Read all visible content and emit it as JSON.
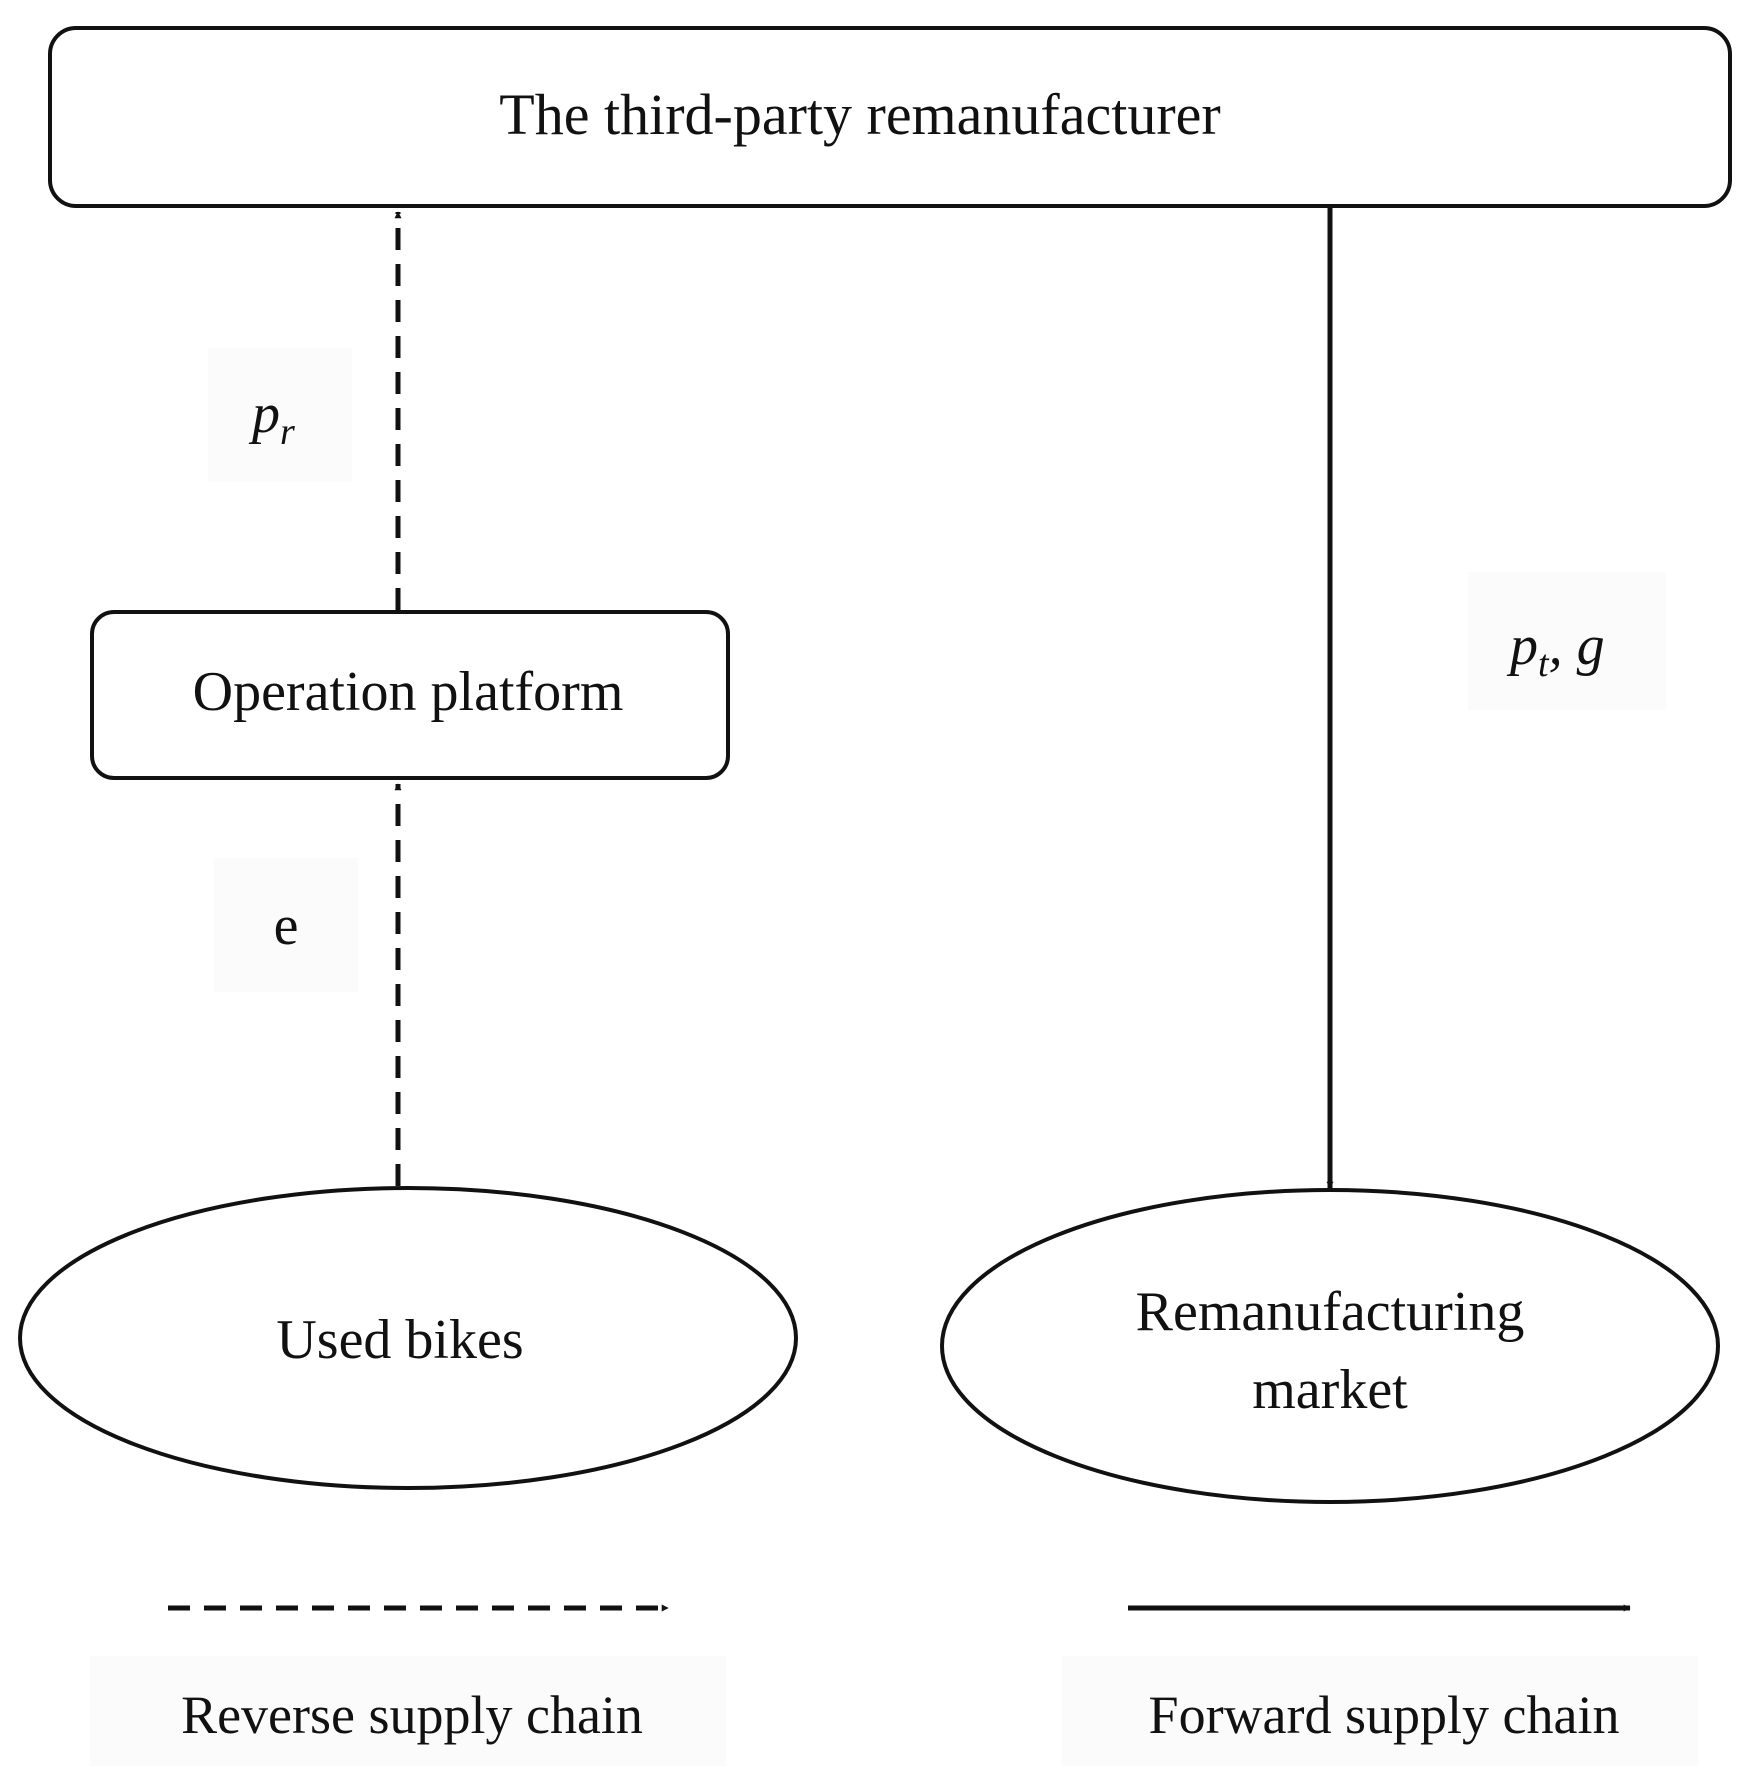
{
  "nodes": {
    "remanufacturer": "The third-party remanufacturer",
    "platform": "Operation platform",
    "used_bikes": "Used bikes",
    "market_line1": "Remanufacturing",
    "market_line2": "market"
  },
  "edge_labels": {
    "platform_to_remanufacturer": {
      "symbol": "p",
      "subscript": "r"
    },
    "bikes_to_platform": "e",
    "remanufacturer_to_market": {
      "p_symbol": "p",
      "p_subscript": "t",
      "separator": ", ",
      "g_symbol": "g"
    }
  },
  "legend": {
    "reverse": "Reverse supply chain",
    "forward": "Forward supply chain"
  },
  "colors": {
    "stroke": "#111111",
    "background": "#ffffff"
  }
}
